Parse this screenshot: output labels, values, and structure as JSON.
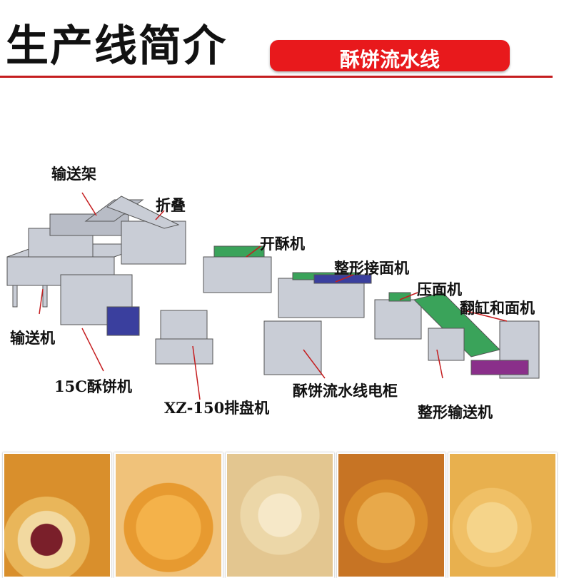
{
  "header": {
    "title": "生产线简介",
    "badge": "酥饼流水线"
  },
  "labels": {
    "conveyor_rack": "输送架",
    "folding": "折叠",
    "pastry_opener": "开酥机",
    "shaping_receiver": "整形接面机",
    "dough_press": "压面机",
    "tipping_mixer": "翻缸和面机",
    "conveyor": "输送机",
    "pastry_machine": "15C酥饼机",
    "tray_arranger": "XZ-150排盘机",
    "control_cabinet": "酥饼流水线电柜",
    "shaping_conveyor": "整形输送机"
  },
  "colors": {
    "accent": "#e8191c",
    "rule": "#c51d1f",
    "machine": "#c9cdd6",
    "belt_green": "#3aa35a",
    "belt_blue": "#3a3f9e"
  }
}
